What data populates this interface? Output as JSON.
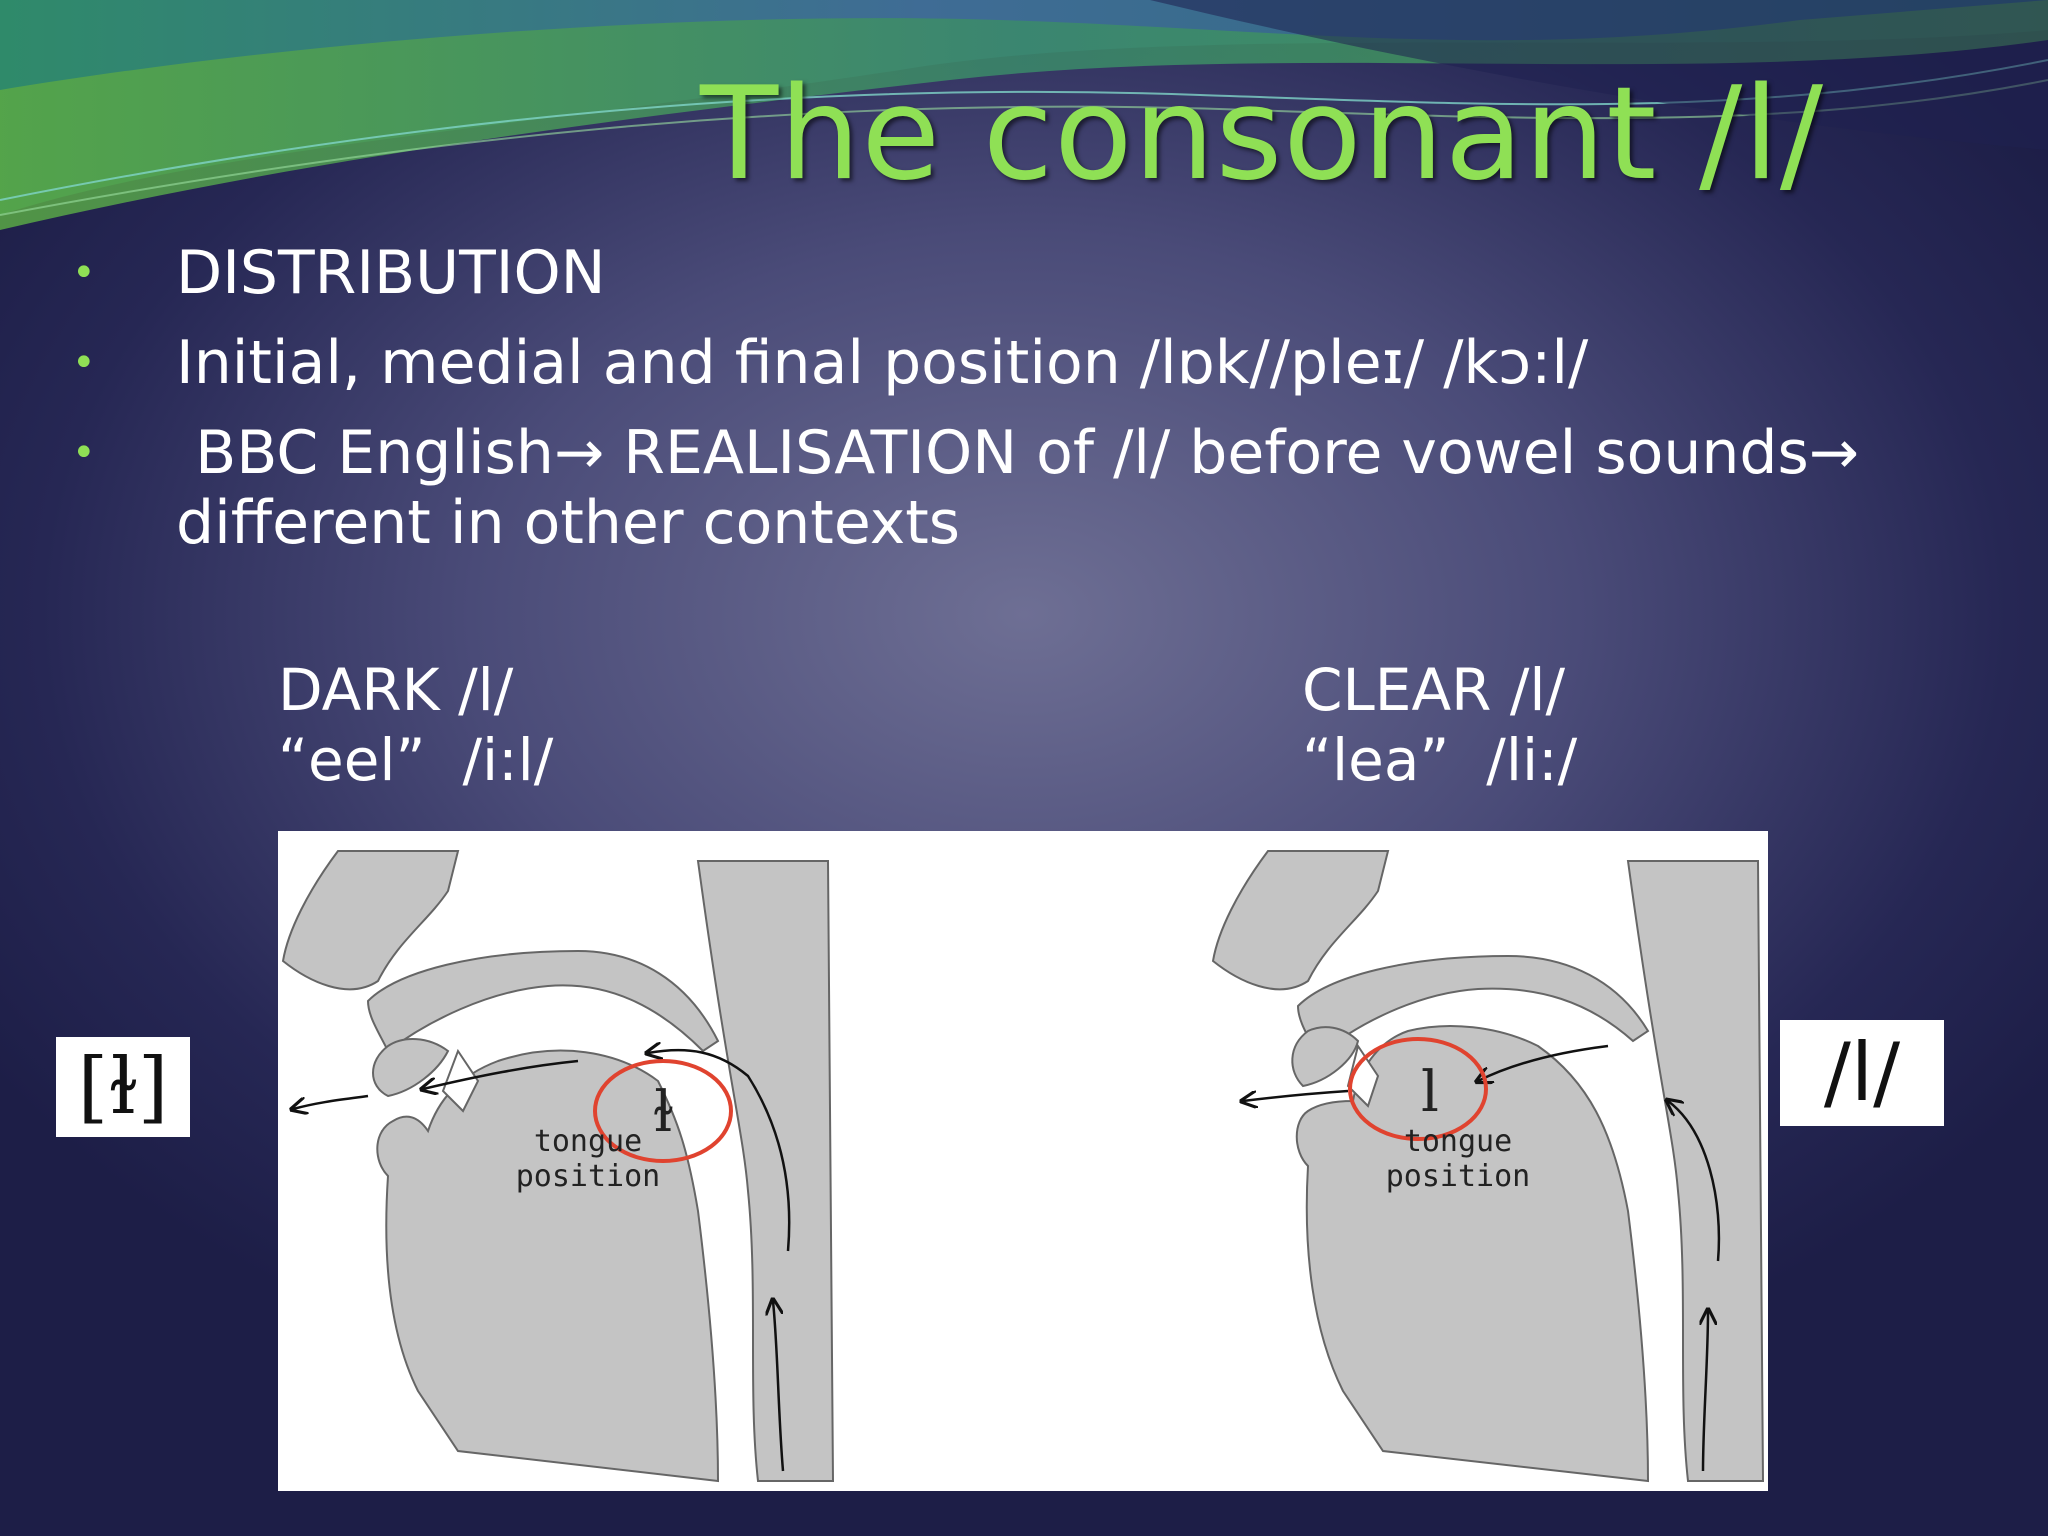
{
  "title": "The consonant /l/",
  "bullets": [
    {
      "text": "DISTRIBUTION"
    },
    {
      "text": "Initial, medial and final position  /lɒk//pleɪ/ /kɔ:l/"
    },
    {
      "line1": " BBC English→ REALISATION of /l/ before vowel sounds→",
      "line2": "different in other contexts"
    }
  ],
  "dark": {
    "heading": "DARK /l/",
    "example": "“eel”  /i:l/",
    "symbol": "[ɫ]",
    "diagram_letter": "ɫ",
    "diagram_label_1": "tongue",
    "diagram_label_2": "position"
  },
  "clear": {
    "heading": "CLEAR /l/",
    "example": "“lea”  /li:/",
    "symbol": "/l/",
    "diagram_letter": "l",
    "diagram_label_1": "tongue",
    "diagram_label_2": "position"
  },
  "colors": {
    "accent_green": "#8fe055",
    "circle_red": "#e0432f",
    "diagram_gray": "#c4c4c4"
  }
}
